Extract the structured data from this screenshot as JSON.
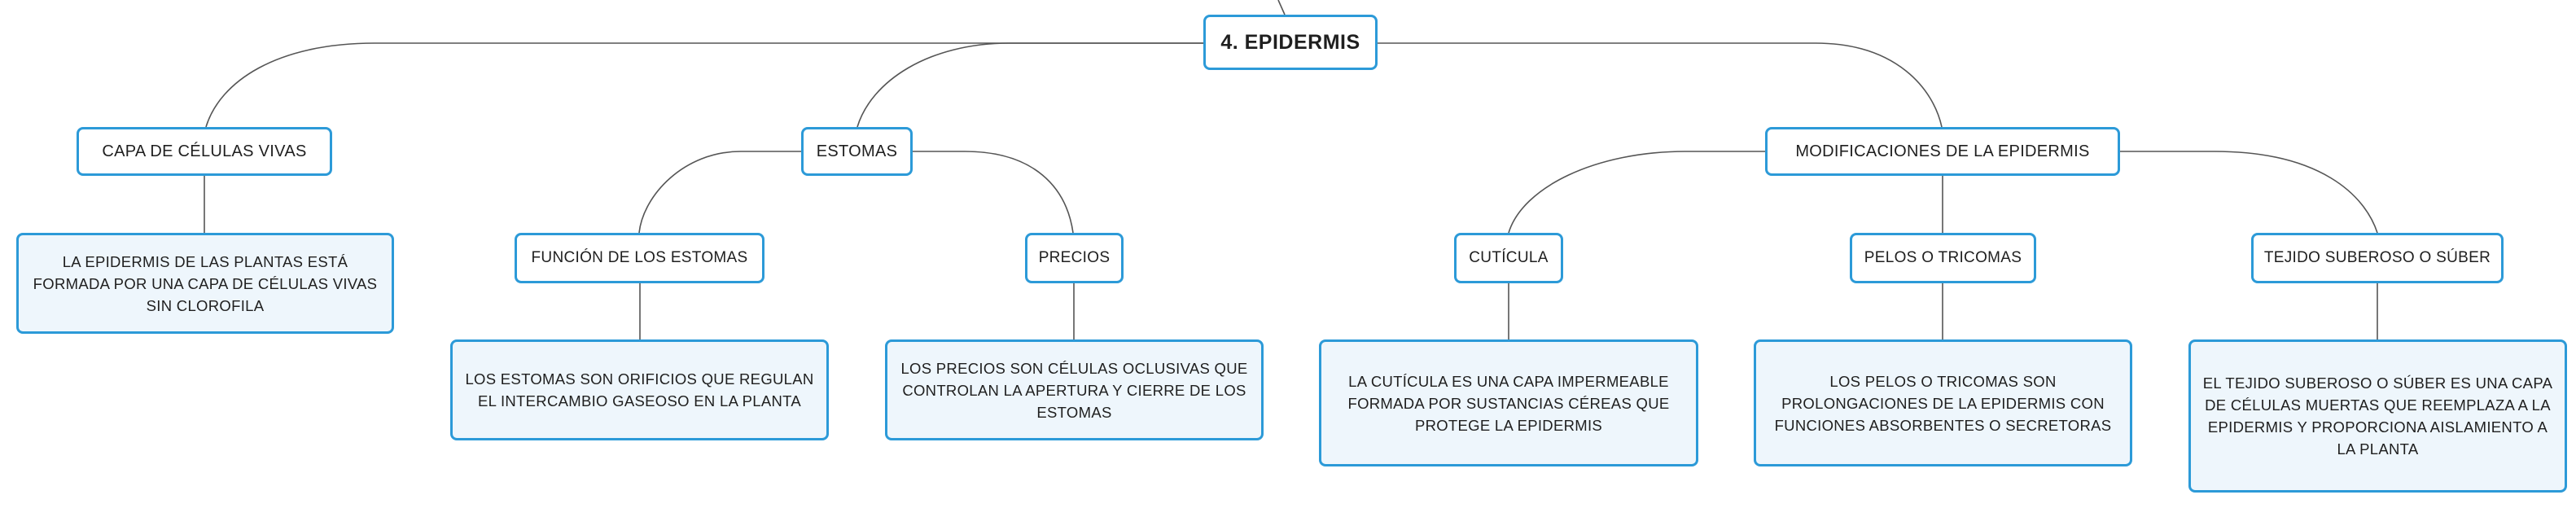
{
  "root": {
    "label": "4. EPIDERMIS"
  },
  "topics": [
    {
      "label": "CAPA DE CÉLULAS VIVAS",
      "details": [
        "LA EPIDERMIS DE LAS PLANTAS ESTÁ FORMADA POR UNA CAPA DE CÉLULAS VIVAS SIN CLOROFILA"
      ]
    },
    {
      "label": "ESTOMAS",
      "subtopics": [
        {
          "label": "FUNCIÓN DE LOS ESTOMAS",
          "detail": "LOS ESTOMAS SON ORIFICIOS QUE REGULAN EL INTERCAMBIO GASEOSO EN LA PLANTA"
        },
        {
          "label": "PRECIOS",
          "detail": "LOS PRECIOS SON CÉLULAS OCLUSIVAS QUE CONTROLAN LA APERTURA Y CIERRE DE LOS ESTOMAS"
        }
      ]
    },
    {
      "label": "MODIFICACIONES DE LA EPIDERMIS",
      "subtopics": [
        {
          "label": "CUTÍCULA",
          "detail": "LA CUTÍCULA ES UNA CAPA IMPERMEABLE FORMADA POR SUSTANCIAS CÉREAS QUE PROTEGE LA EPIDERMIS"
        },
        {
          "label": "PELOS O TRICOMAS",
          "detail": "LOS PELOS O TRICOMAS SON PROLONGACIONES DE LA EPIDERMIS CON FUNCIONES ABSORBENTES O SECRETORAS"
        },
        {
          "label": "TEJIDO SUBEROSO O SÚBER",
          "detail": "EL TEJIDO SUBEROSO O SÚBER ES UNA CAPA DE CÉLULAS MUERTAS QUE REEMPLAZA A LA EPIDERMIS Y PROPORCIONA AISLAMIENTO A LA PLANTA"
        }
      ]
    }
  ],
  "colors": {
    "node_border": "#2c9ad8",
    "leaf_fill": "#eef6fc",
    "connector": "#555555"
  }
}
